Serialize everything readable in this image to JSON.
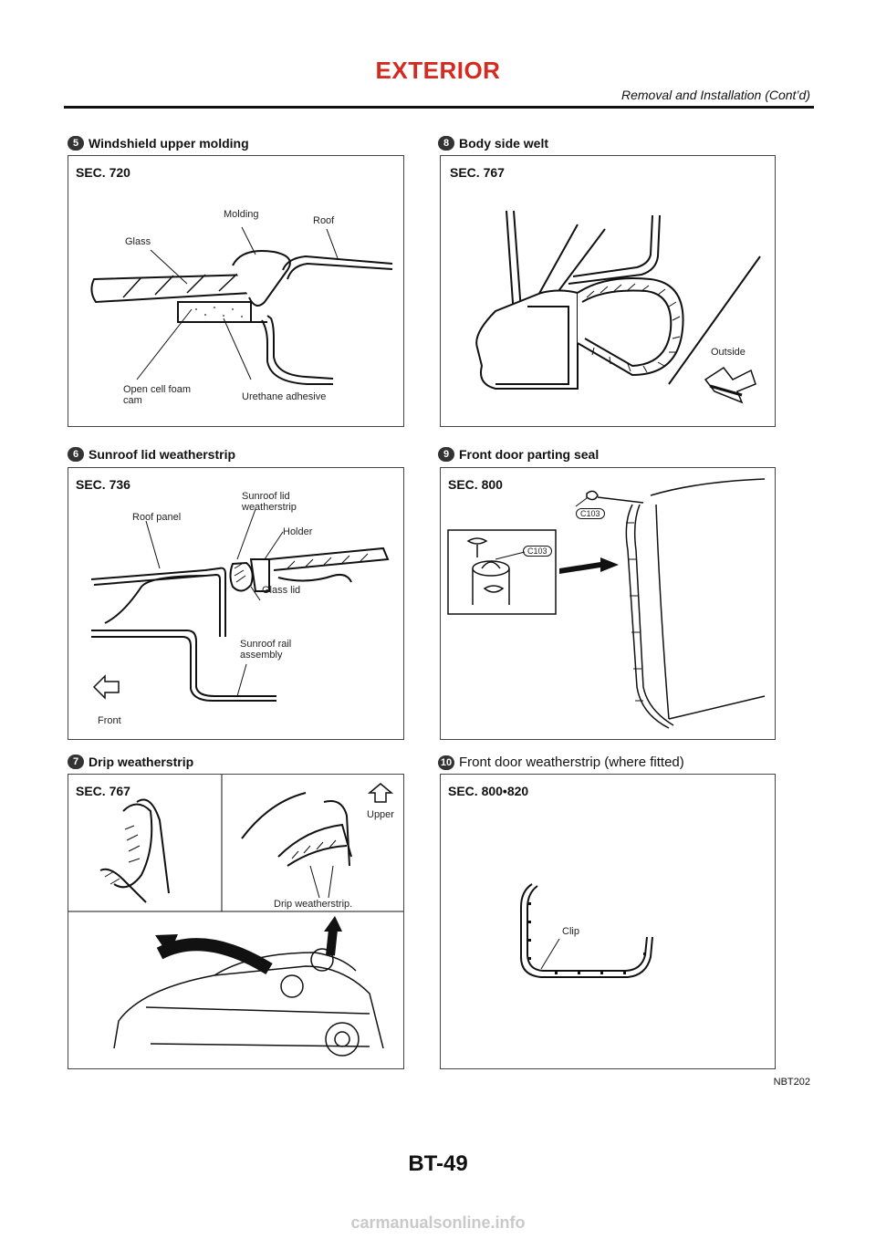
{
  "header": {
    "title": "EXTERIOR",
    "subtitle": "Removal and Installation (Cont’d)"
  },
  "figures": [
    {
      "number": "5",
      "caption": "Windshield upper molding",
      "section": "SEC. 720",
      "labels": {
        "molding": "Molding",
        "roof": "Roof",
        "glass": "Glass",
        "foam": "Open cell foam\ncam",
        "adhesive": "Urethane adhesive"
      }
    },
    {
      "number": "8",
      "caption": "Body side welt",
      "section": "SEC. 767",
      "labels": {
        "outside": "Outside"
      }
    },
    {
      "number": "6",
      "caption": "Sunroof lid weatherstrip",
      "section": "SEC. 736",
      "labels": {
        "roof_panel": "Roof panel",
        "sunroof_lid_ws": "Sunroof lid\nweatherstrip",
        "holder": "Holder",
        "glass_lid": "Glass lid",
        "rail_assembly": "Sunroof rail\nassembly",
        "front": "Front"
      }
    },
    {
      "number": "9",
      "caption": "Front door parting seal",
      "section": "SEC. 800",
      "labels": {
        "clip_code_1": "C103",
        "clip_code_2": "C103"
      }
    },
    {
      "number": "7",
      "caption": "Drip weatherstrip",
      "section": "SEC. 767",
      "labels": {
        "upper": "Upper",
        "drip_ws": "Drip weatherstrip."
      }
    },
    {
      "number": "10",
      "caption": "Front door weatherstrip (where fitted)",
      "section": "SEC. 800•820",
      "labels": {
        "clip": "Clip"
      }
    }
  ],
  "footer": {
    "figure_ref": "NBT202",
    "page_number": "BT-49",
    "watermark": "carmanualsonline.info"
  }
}
